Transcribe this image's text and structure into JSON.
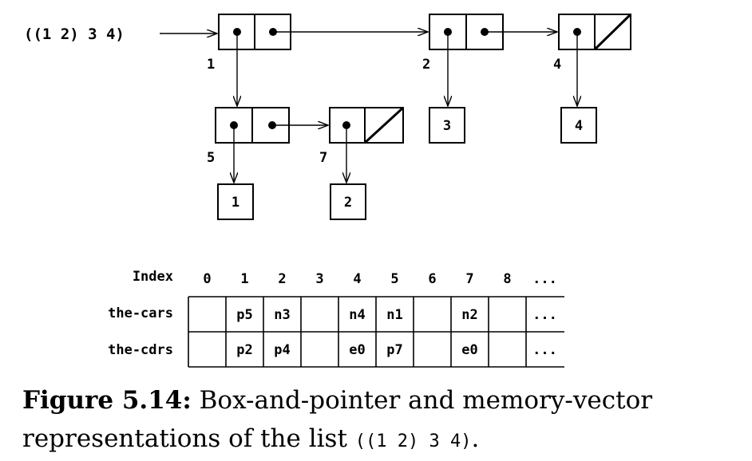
{
  "expression": "((1 2) 3 4)",
  "pairs": [
    {
      "id": "1",
      "car": "pointer",
      "cdr": "pointer"
    },
    {
      "id": "2",
      "car": "pointer",
      "cdr": "pointer"
    },
    {
      "id": "4",
      "car": "pointer",
      "cdr": "nil"
    },
    {
      "id": "5",
      "car": "pointer",
      "cdr": "pointer"
    },
    {
      "id": "7",
      "car": "pointer",
      "cdr": "nil"
    }
  ],
  "atoms": [
    "1",
    "2",
    "3",
    "4"
  ],
  "vector_table": {
    "index_label": "Index",
    "indices": [
      "0",
      "1",
      "2",
      "3",
      "4",
      "5",
      "6",
      "7",
      "8",
      "..."
    ],
    "rows": [
      {
        "label": "the-cars",
        "cells": [
          "",
          "p5",
          "n3",
          "",
          "n4",
          "n1",
          "",
          "n2",
          "",
          "..."
        ]
      },
      {
        "label": "the-cdrs",
        "cells": [
          "",
          "p2",
          "p4",
          "",
          "e0",
          "p7",
          "",
          "e0",
          "",
          "..."
        ]
      }
    ]
  },
  "caption": {
    "label": "Figure 5.14:",
    "text_before": "Box-and-pointer and memory-vector representations of the list",
    "code": "((1 2) 3 4)",
    "text_after": "."
  }
}
